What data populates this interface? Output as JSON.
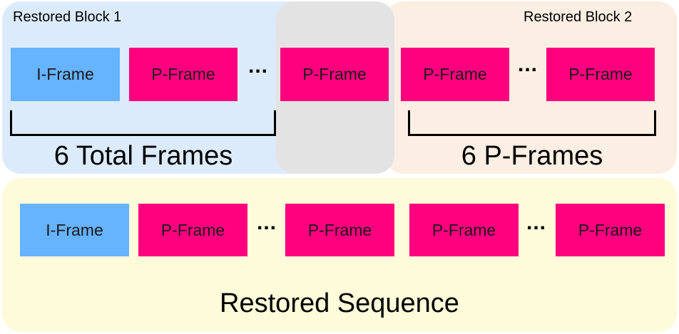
{
  "colors": {
    "block1_bg": "#dcebfb",
    "block2_bg": "#fbeee2",
    "overlap_bg": "#e3e3e3",
    "sequence_bg": "#fdfbd9",
    "i_frame": "#66b3ff",
    "p_frame": "#ff007f"
  },
  "block1": {
    "label": "Restored Block 1",
    "caption": "6 Total Frames"
  },
  "block2": {
    "label": "Restored Block 2",
    "caption": "6 P-Frames"
  },
  "top_row": {
    "frames": [
      "I-Frame",
      "P-Frame",
      "P-Frame",
      "P-Frame",
      "P-Frame"
    ],
    "ellipses": [
      "...",
      "..."
    ]
  },
  "bottom_row": {
    "frames": [
      "I-Frame",
      "P-Frame",
      "P-Frame",
      "P-Frame",
      "P-Frame"
    ],
    "ellipses": [
      "...",
      "..."
    ]
  },
  "sequence": {
    "caption": "Restored Sequence"
  }
}
